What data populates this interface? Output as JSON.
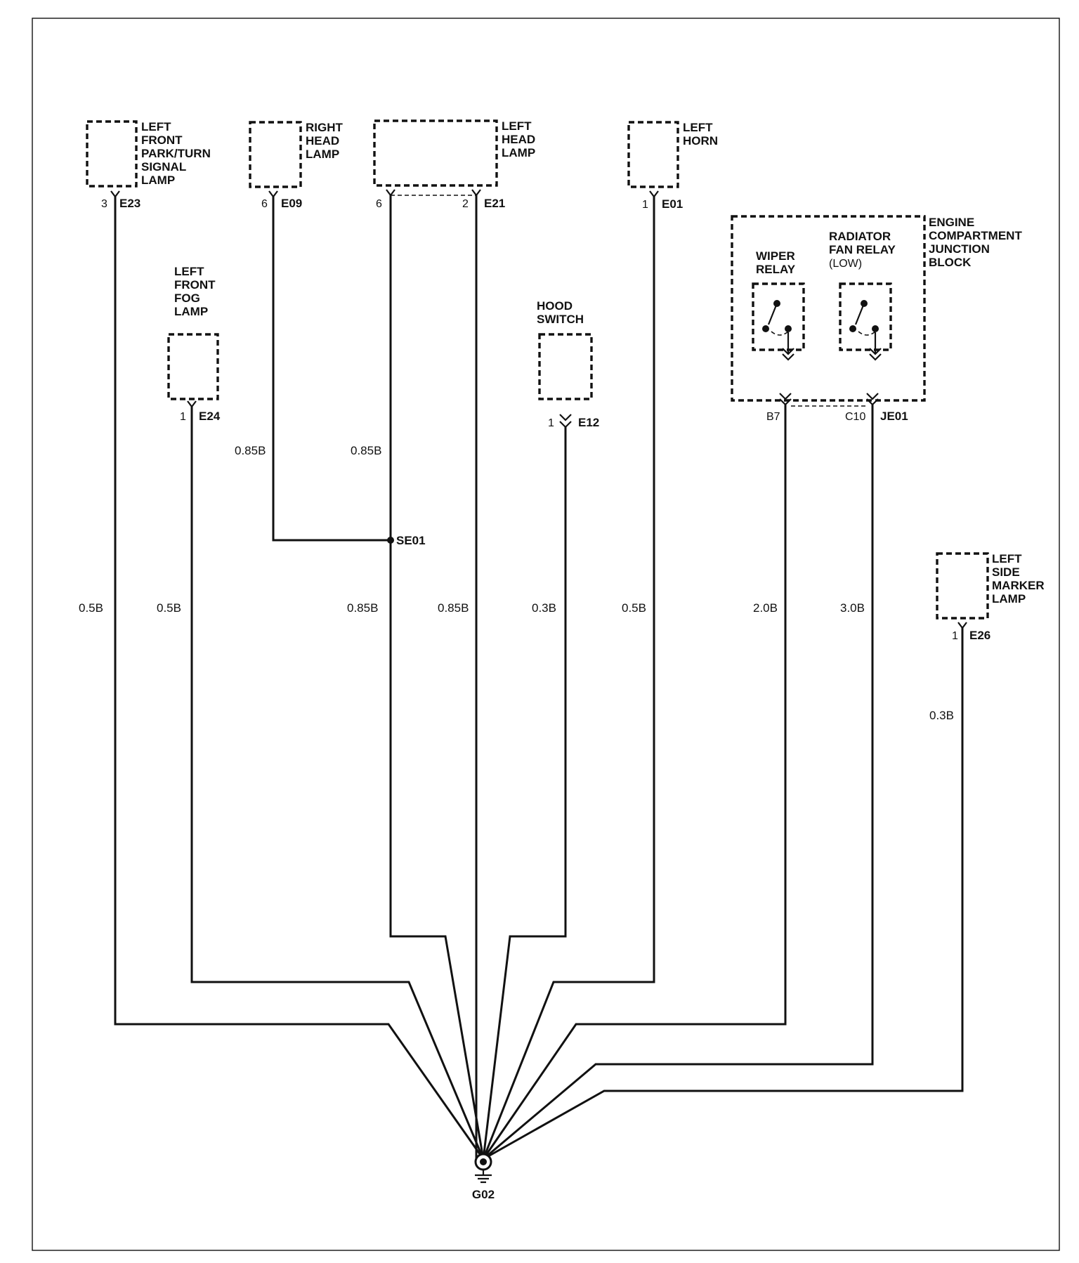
{
  "components": {
    "park_turn_lamp": {
      "lines": [
        "LEFT",
        "FRONT",
        "PARK/TURN",
        "SIGNAL",
        "LAMP"
      ],
      "connector": "E23",
      "pin": "3"
    },
    "right_head_lamp": {
      "lines": [
        "RIGHT",
        "HEAD",
        "LAMP"
      ],
      "connector": "E09",
      "pin": "6"
    },
    "left_head_lamp": {
      "lines": [
        "LEFT",
        "HEAD",
        "LAMP"
      ],
      "connector": "E21",
      "pin_a": "6",
      "pin_b": "2"
    },
    "left_horn": {
      "lines": [
        "LEFT",
        "HORN"
      ],
      "connector": "E01",
      "pin": "1"
    },
    "fog_lamp": {
      "lines": [
        "LEFT",
        "FRONT",
        "FOG",
        "LAMP"
      ],
      "connector": "E24",
      "pin": "1"
    },
    "hood_switch": {
      "lines": [
        "HOOD",
        "SWITCH"
      ],
      "connector": "E12",
      "pin": "1"
    },
    "junction_block": {
      "lines": [
        "ENGINE",
        "COMPARTMENT",
        "JUNCTION",
        "BLOCK"
      ],
      "connector": "JE01",
      "wiper_relay": {
        "lines": [
          "WIPER",
          "RELAY"
        ],
        "pin": "B7"
      },
      "fan_relay": {
        "lines": [
          "RADIATOR",
          "FAN RELAY",
          "(LOW)"
        ],
        "pin": "C10"
      }
    },
    "side_marker_lamp": {
      "lines": [
        "LEFT",
        "SIDE",
        "MARKER",
        "LAMP"
      ],
      "connector": "E26",
      "pin": "1"
    }
  },
  "splice": "SE01",
  "ground": "G02",
  "wires": {
    "e09_upper": "0.85B",
    "e21_6_upper": "0.85B",
    "e23": "0.5B",
    "e24": "0.5B",
    "se01_lower": "0.85B",
    "e21_2": "0.85B",
    "e12": "0.3B",
    "e01": "0.5B",
    "b7": "2.0B",
    "c10": "3.0B",
    "e26": "0.3B"
  }
}
